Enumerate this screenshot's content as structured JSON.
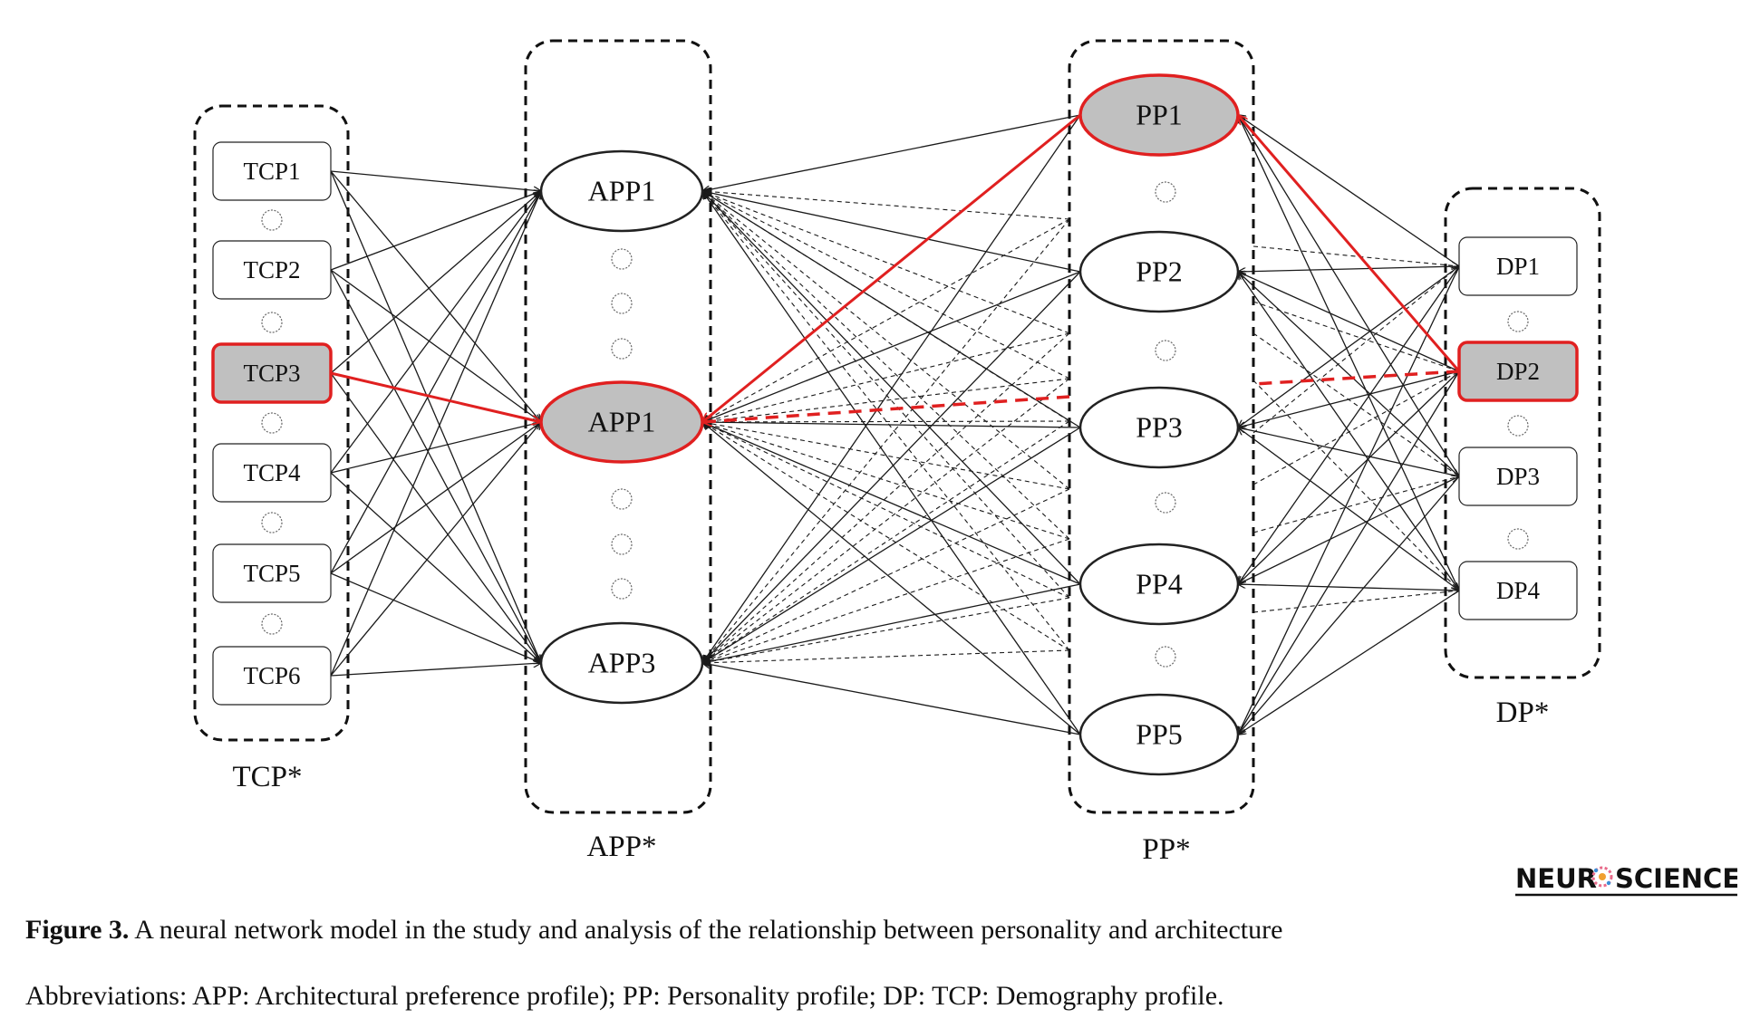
{
  "groups": [
    {
      "id": "tcp",
      "label": "TCP*"
    },
    {
      "id": "app",
      "label": "APP*"
    },
    {
      "id": "pp",
      "label": "PP*"
    },
    {
      "id": "dp",
      "label": "DP*"
    }
  ],
  "nodes": [
    {
      "id": "TCP1",
      "label": "TCP1",
      "group": "tcp",
      "shape": "rect",
      "highlight": false
    },
    {
      "id": "TCP2",
      "label": "TCP2",
      "group": "tcp",
      "shape": "rect",
      "highlight": false
    },
    {
      "id": "TCP3",
      "label": "TCP3",
      "group": "tcp",
      "shape": "rect",
      "highlight": true
    },
    {
      "id": "TCP4",
      "label": "TCP4",
      "group": "tcp",
      "shape": "rect",
      "highlight": false
    },
    {
      "id": "TCP5",
      "label": "TCP5",
      "group": "tcp",
      "shape": "rect",
      "highlight": false
    },
    {
      "id": "TCP6",
      "label": "TCP6",
      "group": "tcp",
      "shape": "rect",
      "highlight": false
    },
    {
      "id": "APP1a",
      "label": "APP1",
      "group": "app",
      "shape": "ellipse",
      "highlight": false
    },
    {
      "id": "APP1b",
      "label": "APP1",
      "group": "app",
      "shape": "ellipse",
      "highlight": true
    },
    {
      "id": "APP3",
      "label": "APP3",
      "group": "app",
      "shape": "ellipse",
      "highlight": false
    },
    {
      "id": "PP1",
      "label": "PP1",
      "group": "pp",
      "shape": "ellipse",
      "highlight": true
    },
    {
      "id": "PP2",
      "label": "PP2",
      "group": "pp",
      "shape": "ellipse",
      "highlight": false
    },
    {
      "id": "PP3",
      "label": "PP3",
      "group": "pp",
      "shape": "ellipse",
      "highlight": false
    },
    {
      "id": "PP4",
      "label": "PP4",
      "group": "pp",
      "shape": "ellipse",
      "highlight": false
    },
    {
      "id": "PP5",
      "label": "PP5",
      "group": "pp",
      "shape": "ellipse",
      "highlight": false
    },
    {
      "id": "DP1",
      "label": "DP1",
      "group": "dp",
      "shape": "rect",
      "highlight": false
    },
    {
      "id": "DP2",
      "label": "DP2",
      "group": "dp",
      "shape": "rect",
      "highlight": true
    },
    {
      "id": "DP3",
      "label": "DP3",
      "group": "dp",
      "shape": "rect",
      "highlight": false
    },
    {
      "id": "DP4",
      "label": "DP4",
      "group": "dp",
      "shape": "rect",
      "highlight": false
    }
  ],
  "edges": {
    "tcp_to_app": {
      "from": [
        "TCP1",
        "TCP2",
        "TCP3",
        "TCP4",
        "TCP5",
        "TCP6"
      ],
      "to": [
        "APP1a",
        "APP1b",
        "APP3"
      ],
      "style": "solid"
    },
    "pp_to_app_solid": {
      "from": [
        "PP1",
        "PP2",
        "PP3",
        "PP4",
        "PP5"
      ],
      "to": [
        "APP1a",
        "APP1b",
        "APP3"
      ],
      "style": "solid"
    },
    "pp_to_app_dashed": {
      "to": [
        "APP1a",
        "APP1b",
        "APP3"
      ],
      "style": "dashed"
    },
    "dp_to_pp_solid": {
      "from": [
        "DP1",
        "DP2",
        "DP3",
        "DP4"
      ],
      "to": [
        "PP1",
        "PP2",
        "PP3",
        "PP4",
        "PP5"
      ],
      "style": "solid"
    },
    "dp_to_pp_dashed": {
      "from": [
        "DP1",
        "DP2",
        "DP3",
        "DP4"
      ],
      "style": "dashed"
    },
    "highlight_path": [
      {
        "from": "TCP3",
        "to": "APP1b",
        "style": "solid"
      },
      {
        "from": "PP1",
        "to": "APP1b",
        "style": "solid"
      },
      {
        "from": "DP2",
        "to": "PP1",
        "style": "solid"
      },
      {
        "from": "DP2",
        "to": "APP1b",
        "style": "dashed"
      }
    ]
  },
  "colors": {
    "highlight": "#e02020",
    "highlight_fill": "#c0c0c0",
    "line": "#1a1a1a"
  },
  "logo": {
    "text_left": "NEUR",
    "text_right": "SCIENCE"
  },
  "caption": {
    "title_bold": "Figure 3.",
    "title_text": " A neural network model in the study and analysis of the relationship between personality and architecture",
    "abbreviations": "Abbreviations: APP: Architectural preference profile); PP: Personality profile; DP: TCP: Demography profile."
  }
}
